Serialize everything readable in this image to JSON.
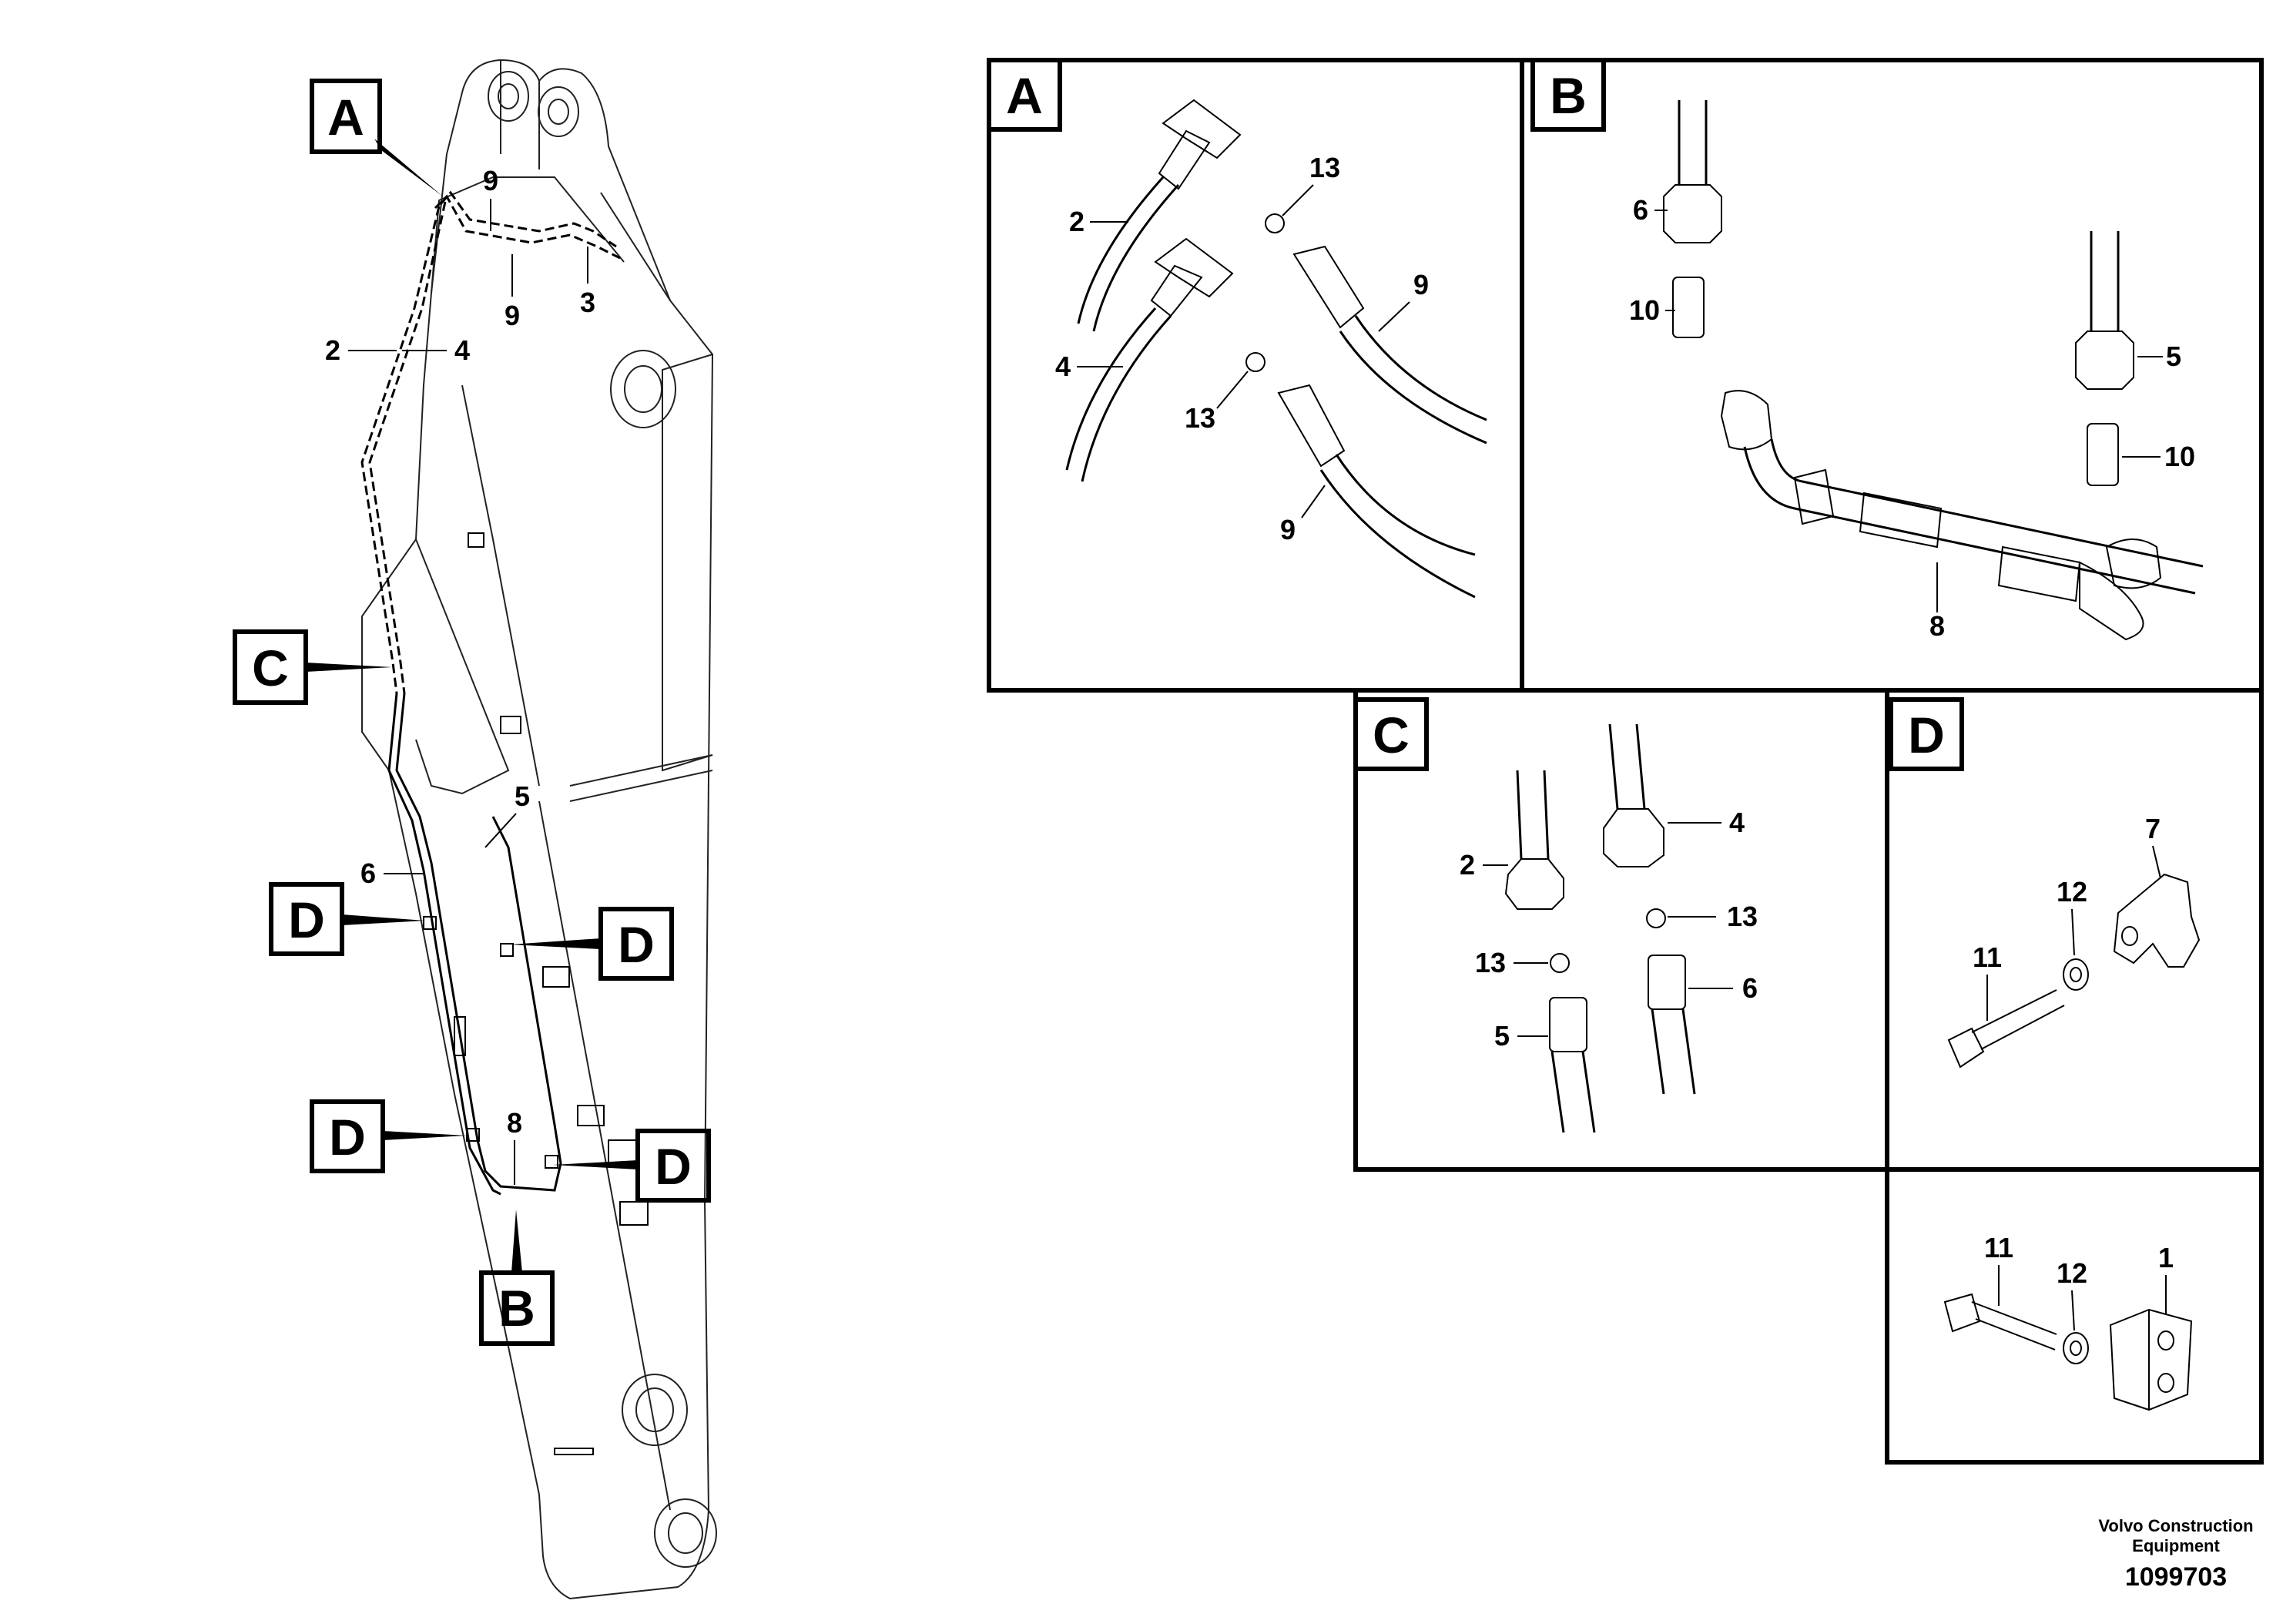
{
  "main_view": {
    "flags": {
      "a": "A",
      "b": "B",
      "c": "C",
      "d1": "D",
      "d2": "D",
      "d3": "D",
      "d4": "D"
    },
    "callouts": {
      "n9a": "9",
      "n9b": "9",
      "n3": "3",
      "n2": "2",
      "n4": "4",
      "n5": "5",
      "n6": "6",
      "n8": "8"
    }
  },
  "detail_a": {
    "label": "A",
    "c2": "2",
    "c4": "4",
    "c13a": "13",
    "c13b": "13",
    "c9a": "9",
    "c9b": "9"
  },
  "detail_b": {
    "label": "B",
    "c6": "6",
    "c10a": "10",
    "c5": "5",
    "c10b": "10",
    "c8": "8"
  },
  "detail_c": {
    "label": "C",
    "c2": "2",
    "c4": "4",
    "c13a": "13",
    "c13b": "13",
    "c5": "5",
    "c6": "6"
  },
  "detail_d": {
    "label": "D",
    "c7": "7",
    "c12": "12",
    "c11": "11"
  },
  "detail_e": {
    "c11": "11",
    "c12": "12",
    "c1": "1"
  },
  "footer": {
    "company_line1": "Volvo Construction",
    "company_line2": "Equipment",
    "doc_number": "1099703"
  }
}
